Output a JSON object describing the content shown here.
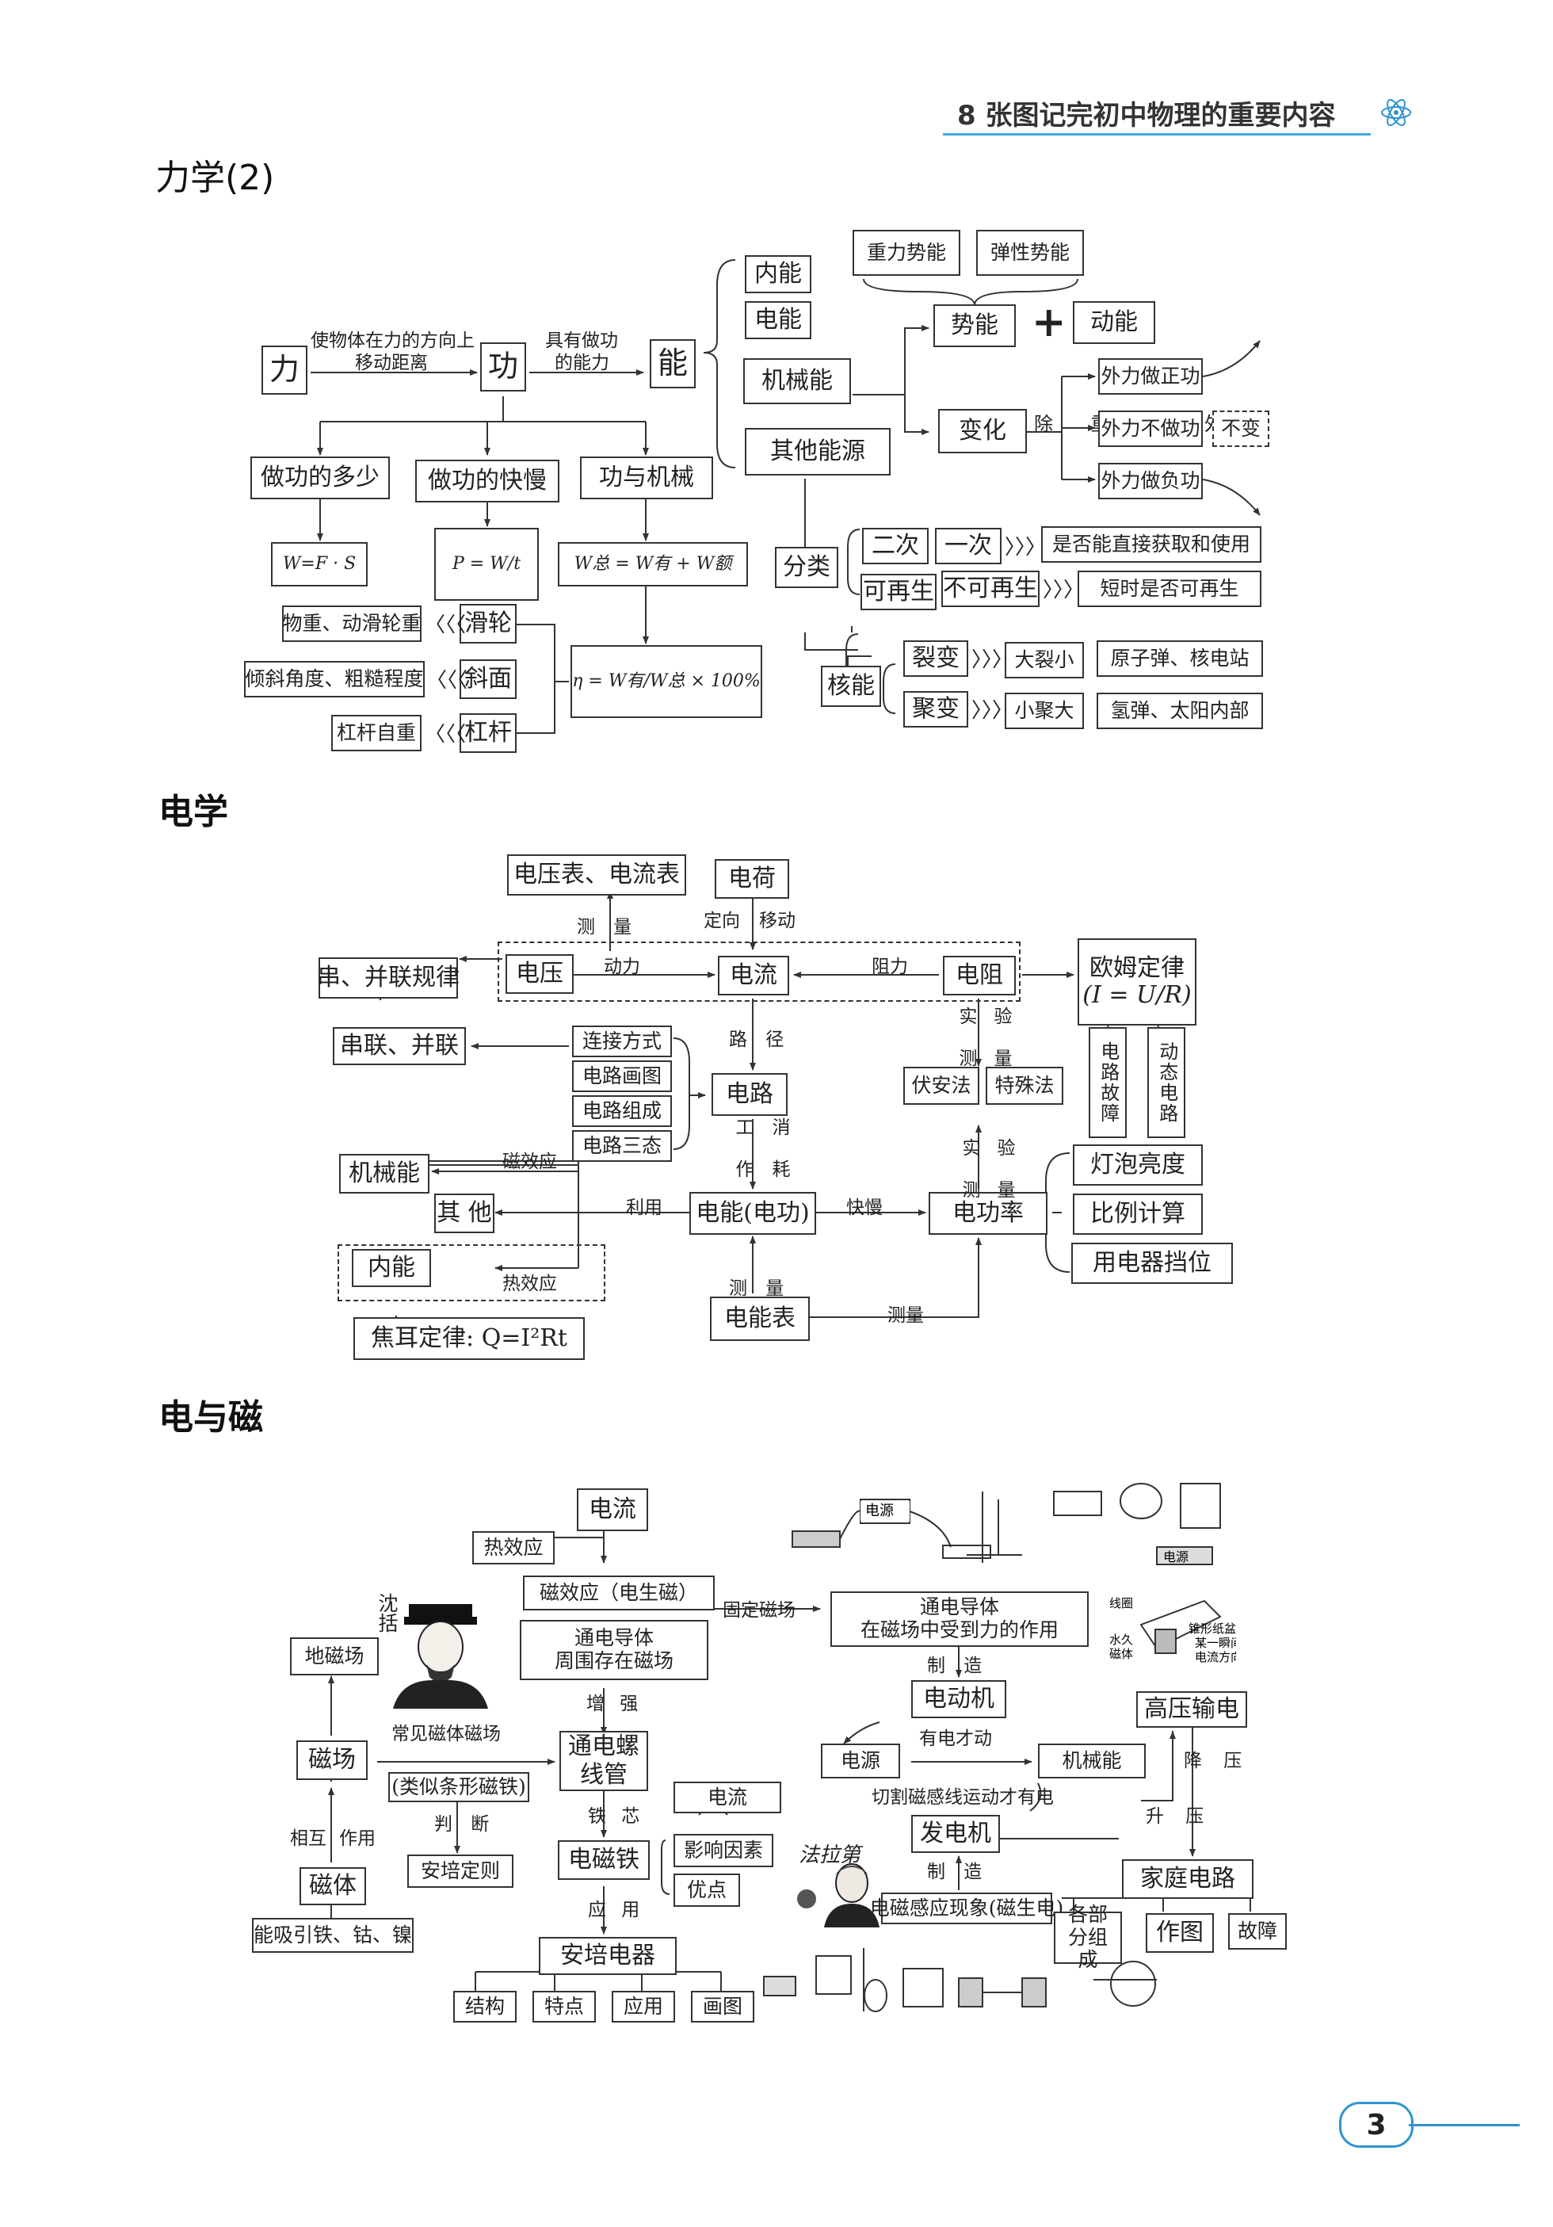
{
  "header": {
    "title": "8 张图记完初中物理的重要内容"
  },
  "page_number": "3",
  "sections": {
    "mech": "力学(2)",
    "elec": "电学",
    "em": "电与磁"
  },
  "mech": {
    "li": "力",
    "gong": "功",
    "neng": "能",
    "lab1": "使物体在力的方向上",
    "lab2": "移动距离",
    "lab3": "具有做功",
    "lab4": "的能力",
    "duoshao": "做功的多少",
    "kuaiman": "做功的快慢",
    "jixie": "功与机械",
    "f_ws": "W=F · S",
    "f_pwt": "P = W/t",
    "f_wz": "W总 = W有 + W额",
    "f_eta": "η = W有/W总 × 100%",
    "pulley": "滑轮",
    "incline": "斜面",
    "lever": "杠杆",
    "pulley_f": "物重、动滑轮重",
    "incline_f": "倾斜角度、粗糙程度",
    "lever_f": "杠杆自重",
    "neineng": "内能",
    "dianneng": "电能",
    "jixieneng": "机械能",
    "qita": "其他能源",
    "zhongli": "重力势能",
    "tanxing": "弹性势能",
    "shineng": "势能",
    "plus": "+",
    "dongneng": "动能",
    "bianhua": "变化",
    "chuzhongwai": "除 重 力 外",
    "w_pos": "外力做正功",
    "w_none": "外力不做功",
    "bubian": "不变",
    "w_neg": "外力做负功",
    "fenlei": "分类",
    "erci": "二次",
    "yici": "一次",
    "zhijie": "是否能直接获取和使用",
    "kezaisheng": "可再生",
    "bukezaisheng": "不可再生",
    "duanshi": "短时是否可再生",
    "heneng": "核能",
    "liebian": "裂变",
    "jubian": "聚变",
    "dalie": "大裂小",
    "xiaoju": "小聚大",
    "yuanzidan": "原子弹、核电站",
    "qingdan": "氢弹、太阳内部"
  },
  "elec": {
    "meters": "电压表、电流表",
    "dianhe": "电荷",
    "celiang": "测 量",
    "dingxiang": "定向",
    "yidong": "移动",
    "dianya": "电压",
    "dongli": "动力",
    "dianliu": "电流",
    "zuli": "阻力",
    "dianzu": "电阻",
    "ohm_title": "欧姆定律",
    "ohm_eq": "(I = U/R)",
    "chuanbing_guilv": "串、并联规律",
    "chuanbing": "串联、并联",
    "lj": "连接方式",
    "hh": "电路画图",
    "zc": "电路组成",
    "sh": "电路三态",
    "lujing": "路 径",
    "shice": "实 测",
    "yanliang": "验 量",
    "dianlu": "电路",
    "fuan": "伏安法",
    "teshu": "特殊法",
    "guzhang": "电路故障",
    "dongtai": "动态电路",
    "gongzuo": "工 作",
    "xiaohao": "消 耗",
    "cixiaoying": "磁效应",
    "jixieneng": "机械能",
    "qita": "其 他",
    "liyong": "利用",
    "diangong": "电能(电功)",
    "kuaiman": "快慢",
    "gonglv": "电功率",
    "shice2": "实 测",
    "yanliang2": "验 量",
    "liangdu": "灯泡亮度",
    "bili": "比例计算",
    "dangwei": "用电器挡位",
    "neineng": "内能",
    "rexiaoying": "热效应",
    "jiaoer": "焦耳定律: Q=I²Rt",
    "celiang2": "测 量",
    "dianbiao": "电能表",
    "celiang3": "测量"
  },
  "em": {
    "dianliu": "电流",
    "rexiaoying": "热效应",
    "cixiaoying": "磁效应（电生磁）",
    "shenkuo": "沈括",
    "tongdian1": "通电导体",
    "tongdian2": "周围存在磁场",
    "gudingcichang": "固定磁场",
    "shouli1": "通电导体",
    "shouli2": "在磁场中受到力的作用",
    "dicichang": "地磁场",
    "cichang": "磁场",
    "zengqiang": "增 强",
    "changjian": "常见磁体磁场",
    "tiaoxing": "(类似条形磁铁)",
    "luoxian": "通电螺线管",
    "xianghu": "相互",
    "zuoyong": "作用",
    "cipan": "判 断",
    "anpei": "安培定则",
    "tiexin": "铁 芯",
    "citi": "磁体",
    "xitie": "能吸引铁、钴、镍",
    "dianliu2": "电流",
    "yingxiang": "影响因素",
    "youdian": "优点",
    "diancitie": "电磁铁",
    "yingyong": "应 用",
    "anpeidianqi": "安培电器",
    "jiegou": "结构",
    "tedian": "特点",
    "yingyong2": "应用",
    "huatu": "画图",
    "zhizao": "制 造",
    "diandongji": "电动机",
    "youdiancaidong": "有电才动",
    "dianyuan": "电源",
    "jixieneng": "机械能",
    "qiege": "切割磁感线运动才有电",
    "fadianji": "发电机",
    "zhizao2": "制 造",
    "ganying": "电磁感应现象(磁生电)",
    "gaoya": "高压输电",
    "jiang": "降 压",
    "sheng": "升 压",
    "jiating": "家庭电路",
    "bufen": "各部分组成",
    "zuotu": "作图",
    "guzhang": "故障",
    "falaidi": "法拉第",
    "pic_dianyuan": "电源",
    "pic_dianyuan2": "电源",
    "pic_xianquan": "线圈",
    "pic_zhixing": "锥形纸盆",
    "pic_shunjian": "某一瞬间",
    "pic_fangxiang": "电流方向",
    "pic_yongjiu": "永久",
    "pic_citi": "磁体"
  }
}
